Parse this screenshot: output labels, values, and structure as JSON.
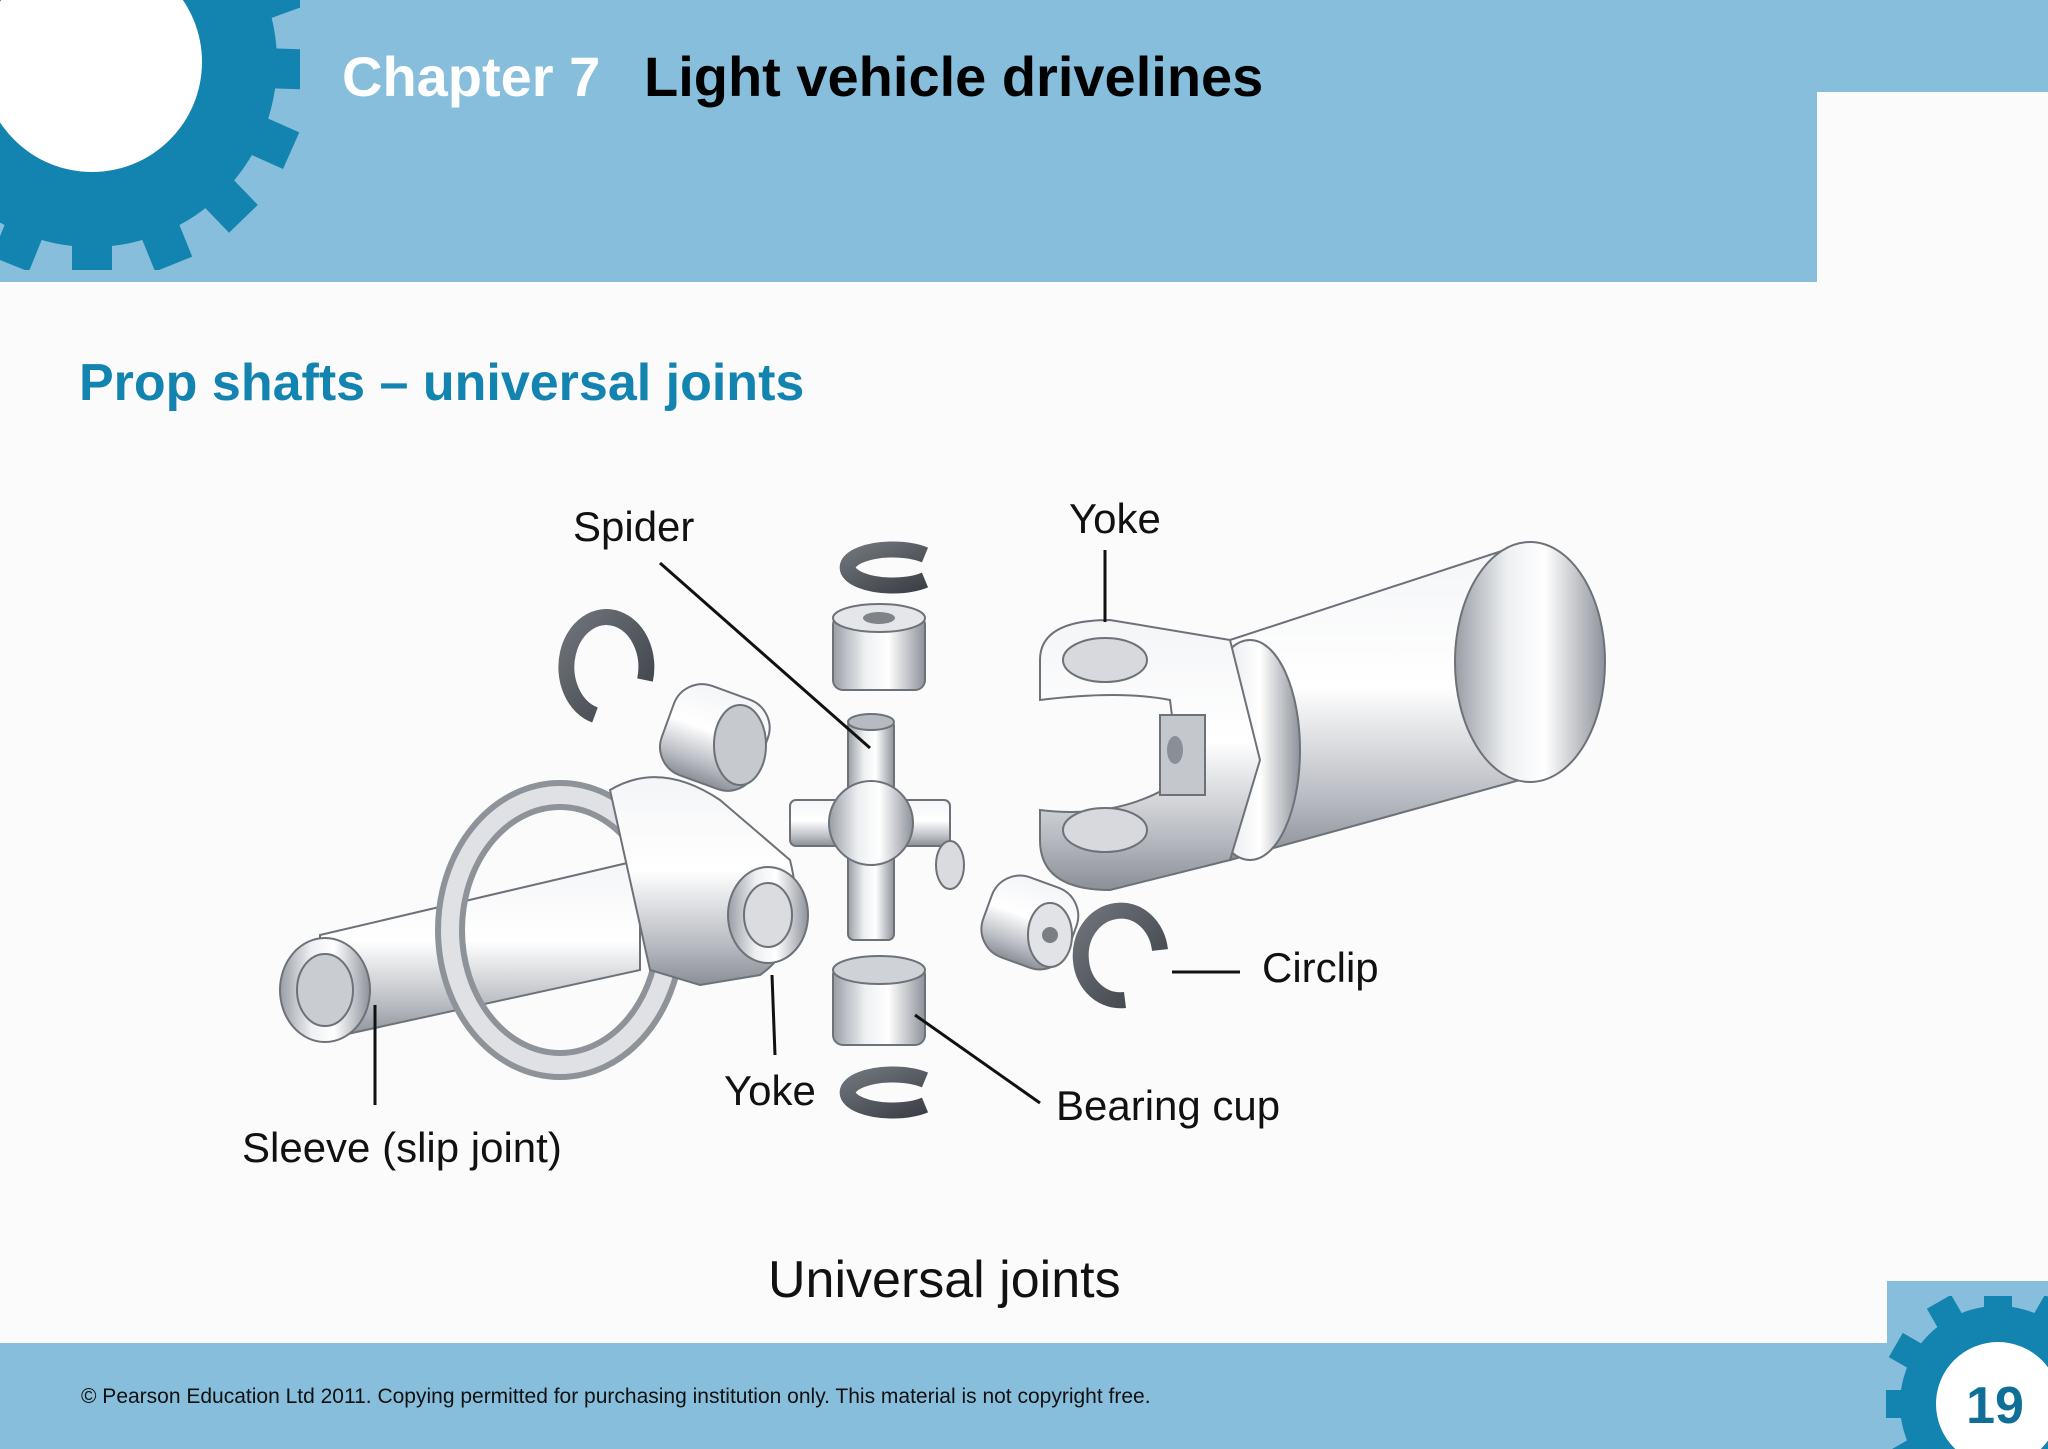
{
  "header": {
    "chapter_label": "Chapter 7",
    "chapter_title": "Light vehicle drivelines"
  },
  "slide": {
    "heading": "Prop shafts – universal joints"
  },
  "figure": {
    "labels": {
      "spider": "Spider",
      "yoke_top": "Yoke",
      "circlip": "Circlip",
      "bearing_cup": "Bearing cup",
      "yoke_bottom": "Yoke",
      "sleeve": "Sleeve (slip joint)"
    },
    "caption": "Universal joints"
  },
  "footer": {
    "copyright": "© Pearson Education Ltd 2011. Copying permitted for purchasing institution only. This material is not copyright free.",
    "page_number": "19"
  },
  "colors": {
    "band": "#87bedb",
    "gear": "#1383b0",
    "heading": "#1383b0"
  }
}
